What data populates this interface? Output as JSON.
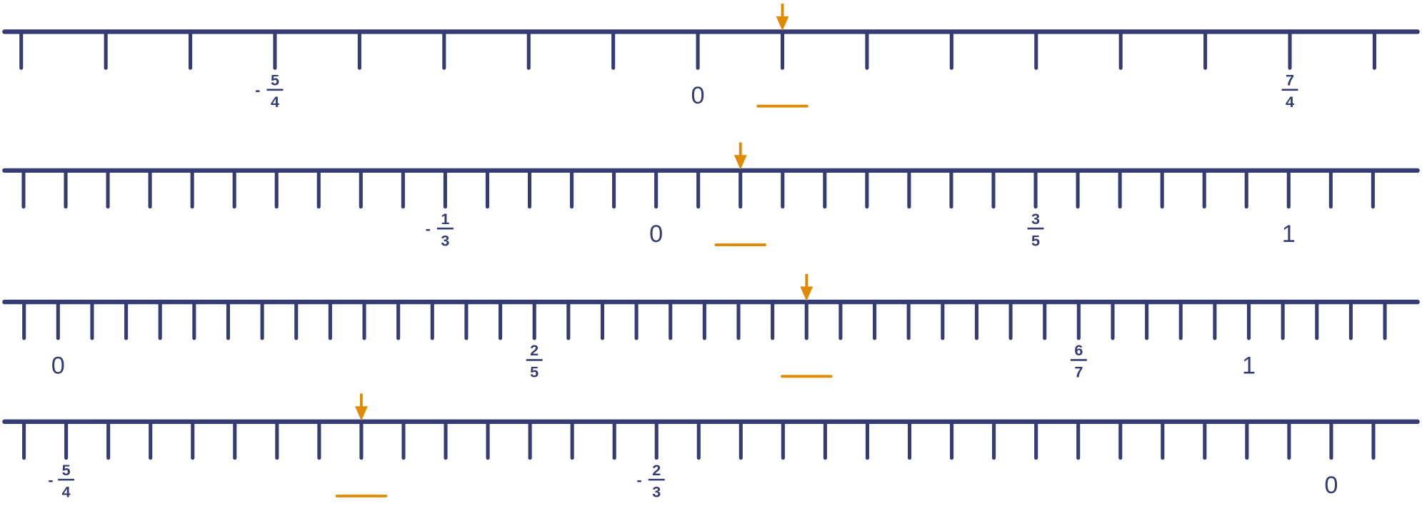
{
  "colors": {
    "line": "#353b73",
    "accent": "#e08a00"
  },
  "number_lines": [
    {
      "ticks_per_unit": 4,
      "first_tick": -8,
      "last_tick": 8,
      "labels": [
        {
          "tick": -5,
          "sign": "-",
          "num": "5",
          "den": "4"
        },
        {
          "tick": 0,
          "whole": "0"
        },
        {
          "tick": 7,
          "sign": "",
          "num": "7",
          "den": "4"
        }
      ],
      "arrow_tick": 1,
      "answer": ""
    },
    {
      "ticks_per_unit": 15,
      "first_tick": -15,
      "last_tick": 17,
      "labels": [
        {
          "tick": -5,
          "sign": "-",
          "num": "1",
          "den": "3"
        },
        {
          "tick": 0,
          "whole": "0"
        },
        {
          "tick": 9,
          "sign": "",
          "num": "3",
          "den": "5"
        },
        {
          "tick": 15,
          "whole": "1"
        }
      ],
      "arrow_tick": 2,
      "answer": ""
    },
    {
      "ticks_per_unit": 35,
      "first_tick": -1,
      "last_tick": 39,
      "labels": [
        {
          "tick": 0,
          "whole": "0"
        },
        {
          "tick": 14,
          "sign": "",
          "num": "2",
          "den": "5"
        },
        {
          "tick": 30,
          "sign": "",
          "num": "6",
          "den": "7"
        },
        {
          "tick": 35,
          "whole": "1"
        }
      ],
      "arrow_tick": 22,
      "answer": ""
    },
    {
      "ticks_per_unit": 24,
      "first_tick": -31,
      "last_tick": 1,
      "labels": [
        {
          "tick": -30,
          "sign": "-",
          "num": "5",
          "den": "4"
        },
        {
          "tick": -16,
          "sign": "-",
          "num": "2",
          "den": "3"
        },
        {
          "tick": 0,
          "whole": "0"
        }
      ],
      "arrow_tick": -23,
      "answer": ""
    }
  ]
}
